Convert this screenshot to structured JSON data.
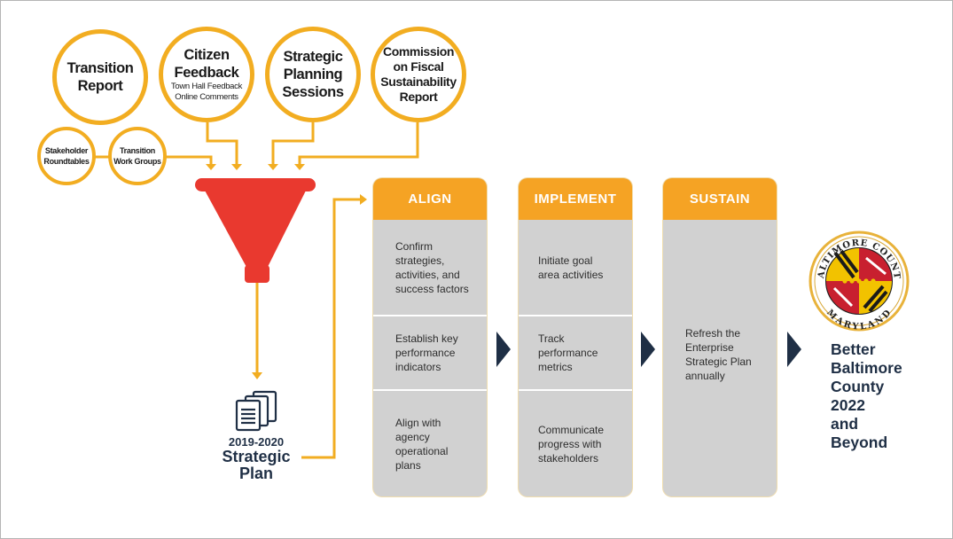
{
  "inputs": {
    "transition_report": {
      "title": [
        "Transition",
        "Report"
      ]
    },
    "citizen_feedback": {
      "title": [
        "Citizen",
        "Feedback"
      ],
      "sub": [
        "Town Hall Feedback",
        "Online Comments"
      ]
    },
    "strategic_planning": {
      "title": [
        "Strategic",
        "Planning",
        "Sessions"
      ]
    },
    "commission": {
      "title": [
        "Commission",
        "on Fiscal",
        "Sustainability",
        "Report"
      ]
    },
    "stakeholder": {
      "title": [
        "Stakeholder",
        "Roundtables"
      ]
    },
    "work_groups": {
      "title": [
        "Transition",
        "Work Groups"
      ]
    }
  },
  "plan": {
    "year": "2019-2020",
    "title": [
      "Strategic",
      "Plan"
    ]
  },
  "phases": [
    {
      "title": "ALIGN",
      "items": [
        [
          "Confirm",
          "strategies,",
          "activities, and",
          "success factors"
        ],
        [
          "Establish key",
          "performance",
          "indicators"
        ],
        [
          "Align with",
          "agency",
          "operational",
          "plans"
        ]
      ]
    },
    {
      "title": "IMPLEMENT",
      "items": [
        [
          "Initiate goal",
          "area activities"
        ],
        [
          "Track",
          "performance",
          "metrics"
        ],
        [
          "Communicate",
          "progress with",
          "stakeholders"
        ]
      ]
    },
    {
      "title": "SUSTAIN",
      "items": [
        [
          "Refresh the",
          "Enterprise",
          "Strategic Plan",
          "annually"
        ]
      ]
    }
  ],
  "seal": {
    "top_text": "BALTIMORE COUNTY",
    "bottom_text": "MARYLAND"
  },
  "outcome": [
    "Better",
    "Baltimore",
    "County",
    "2022",
    "and",
    "Beyond"
  ],
  "colors": {
    "accent": "#f2ad21",
    "phase_header": "#f5a324",
    "funnel": "#e9392f",
    "navy": "#1f2f45",
    "cell_bg": "#d1d1d1"
  }
}
